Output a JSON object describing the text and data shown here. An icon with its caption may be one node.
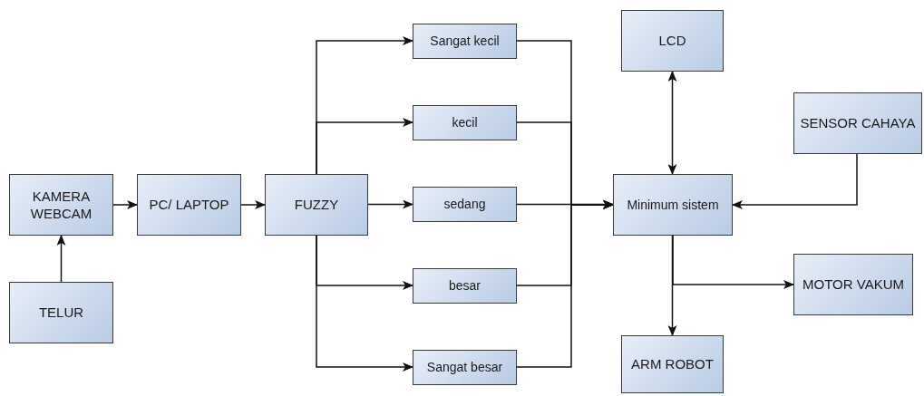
{
  "diagram": {
    "nodes": [
      {
        "text": [
          "KAMERA WEBCAM"
        ]
      },
      {
        "text": [
          "TELUR"
        ]
      },
      {
        "text": [
          "PC/ LAPTOP"
        ]
      },
      {
        "text": [
          "FUZZY"
        ]
      },
      {
        "text": [
          "Sangat kecil"
        ]
      },
      {
        "text": [
          "kecil"
        ]
      },
      {
        "text": [
          "sedang"
        ]
      },
      {
        "text": [
          "besar"
        ]
      },
      {
        "text": [
          "Sangat besar"
        ]
      },
      {
        "text": [
          "LCD"
        ]
      },
      {
        "text": [
          "Minimum sistem"
        ]
      },
      {
        "text": [
          "ARM ROBOT"
        ]
      },
      {
        "text": [
          "SENSOR CAHAYA"
        ]
      },
      {
        "text": [
          "MOTOR VAKUM"
        ]
      }
    ],
    "edges": [
      {
        "from": 1,
        "to": 0,
        "arrow": "to"
      },
      {
        "from": 0,
        "to": 2,
        "arrow": "to"
      },
      {
        "from": 2,
        "to": 3,
        "arrow": "to"
      },
      {
        "from": 3,
        "to": 4,
        "arrow": "to"
      },
      {
        "from": 3,
        "to": 5,
        "arrow": "to"
      },
      {
        "from": 3,
        "to": 6,
        "arrow": "to"
      },
      {
        "from": 3,
        "to": 7,
        "arrow": "to"
      },
      {
        "from": 3,
        "to": 8,
        "arrow": "to"
      },
      {
        "from": 4,
        "to": 10,
        "arrow": "to"
      },
      {
        "from": 5,
        "to": 10,
        "arrow": "to"
      },
      {
        "from": 6,
        "to": 10,
        "arrow": "to"
      },
      {
        "from": 7,
        "to": 10,
        "arrow": "to"
      },
      {
        "from": 8,
        "to": 10,
        "arrow": "to"
      },
      {
        "from": 9,
        "to": 10,
        "arrow": "both"
      },
      {
        "from": 12,
        "to": 10,
        "arrow": "to"
      },
      {
        "from": 10,
        "to": 13,
        "arrow": "to"
      },
      {
        "from": 10,
        "to": 11,
        "arrow": "to"
      }
    ]
  }
}
